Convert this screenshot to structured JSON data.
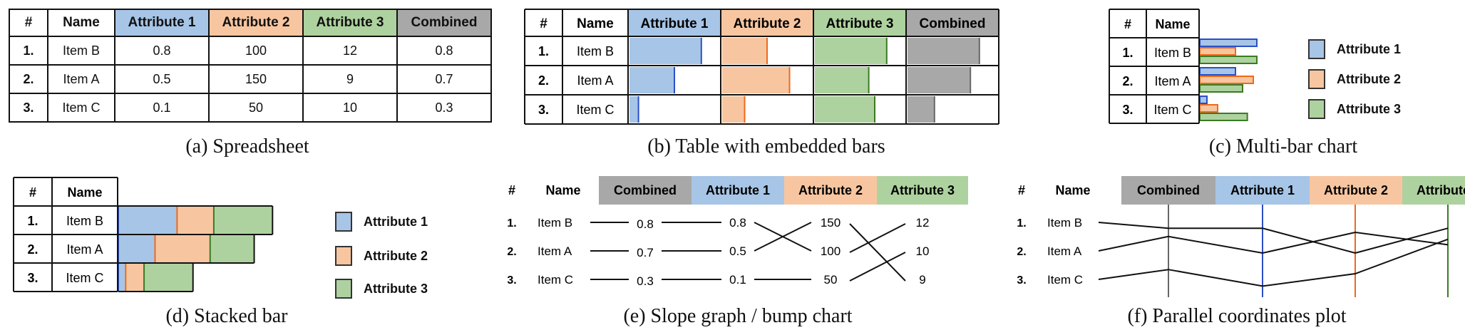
{
  "colors": {
    "attr1_fill": "#a7c5e6",
    "attr1_stroke": "#2b4fc7",
    "attr2_fill": "#f7c6a1",
    "attr2_stroke": "#ee6a1a",
    "attr3_fill": "#aed29f",
    "attr3_stroke": "#3b7a22",
    "combined_fill": "#a8a8a8",
    "combined_stroke": "#666666"
  },
  "headers": {
    "num": "#",
    "name": "Name",
    "attr1": "Attribute 1",
    "attr2": "Attribute 2",
    "attr3": "Attribute 3",
    "combined": "Combined"
  },
  "rows": [
    {
      "rank": "1.",
      "name": "Item B",
      "a1": "0.8",
      "a2": "100",
      "a3": "12",
      "combined": "0.8"
    },
    {
      "rank": "2.",
      "name": "Item A",
      "a1": "0.5",
      "a2": "150",
      "a3": "9",
      "combined": "0.7"
    },
    {
      "rank": "3.",
      "name": "Item C",
      "a1": "0.1",
      "a2": "50",
      "a3": "10",
      "combined": "0.3"
    }
  ],
  "bump_right": [
    "12",
    "10",
    "9"
  ],
  "bump_a2": [
    "150",
    "100",
    "50"
  ],
  "chart_data": {
    "type": "table",
    "categories": [
      "Item B",
      "Item A",
      "Item C"
    ],
    "series": [
      {
        "name": "Attribute 1",
        "values": [
          0.8,
          0.5,
          0.1
        ]
      },
      {
        "name": "Attribute 2",
        "values": [
          100,
          150,
          50
        ]
      },
      {
        "name": "Attribute 3",
        "values": [
          12,
          9,
          10
        ]
      },
      {
        "name": "Combined",
        "values": [
          0.8,
          0.7,
          0.3
        ]
      }
    ],
    "ranges": {
      "a1": [
        0,
        1
      ],
      "a2": [
        0,
        200
      ],
      "a3": [
        0,
        15
      ],
      "combined": [
        0,
        1
      ]
    }
  },
  "captions": {
    "a": "(a)  Spreadsheet",
    "b": "(b)  Table with embedded bars",
    "c": "(c)  Multi-bar chart",
    "d": "(d)  Stacked bar",
    "e": "(e)  Slope graph / bump chart",
    "f": "(f)  Parallel coordinates plot"
  }
}
